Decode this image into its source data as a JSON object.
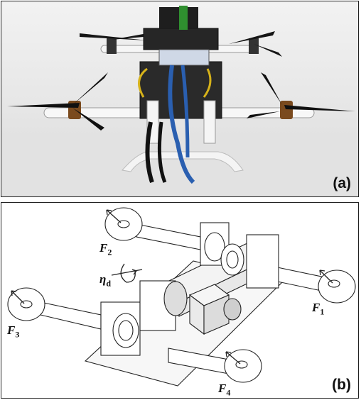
{
  "panel_a": {
    "label": "(a)"
  },
  "panel_b": {
    "label": "(b)",
    "forces": [
      {
        "sym": "F",
        "sub": "1"
      },
      {
        "sym": "F",
        "sub": "2"
      },
      {
        "sym": "F",
        "sub": "3"
      },
      {
        "sym": "F",
        "sub": "4"
      }
    ],
    "torque": {
      "sym": "η",
      "sub": "d"
    }
  }
}
